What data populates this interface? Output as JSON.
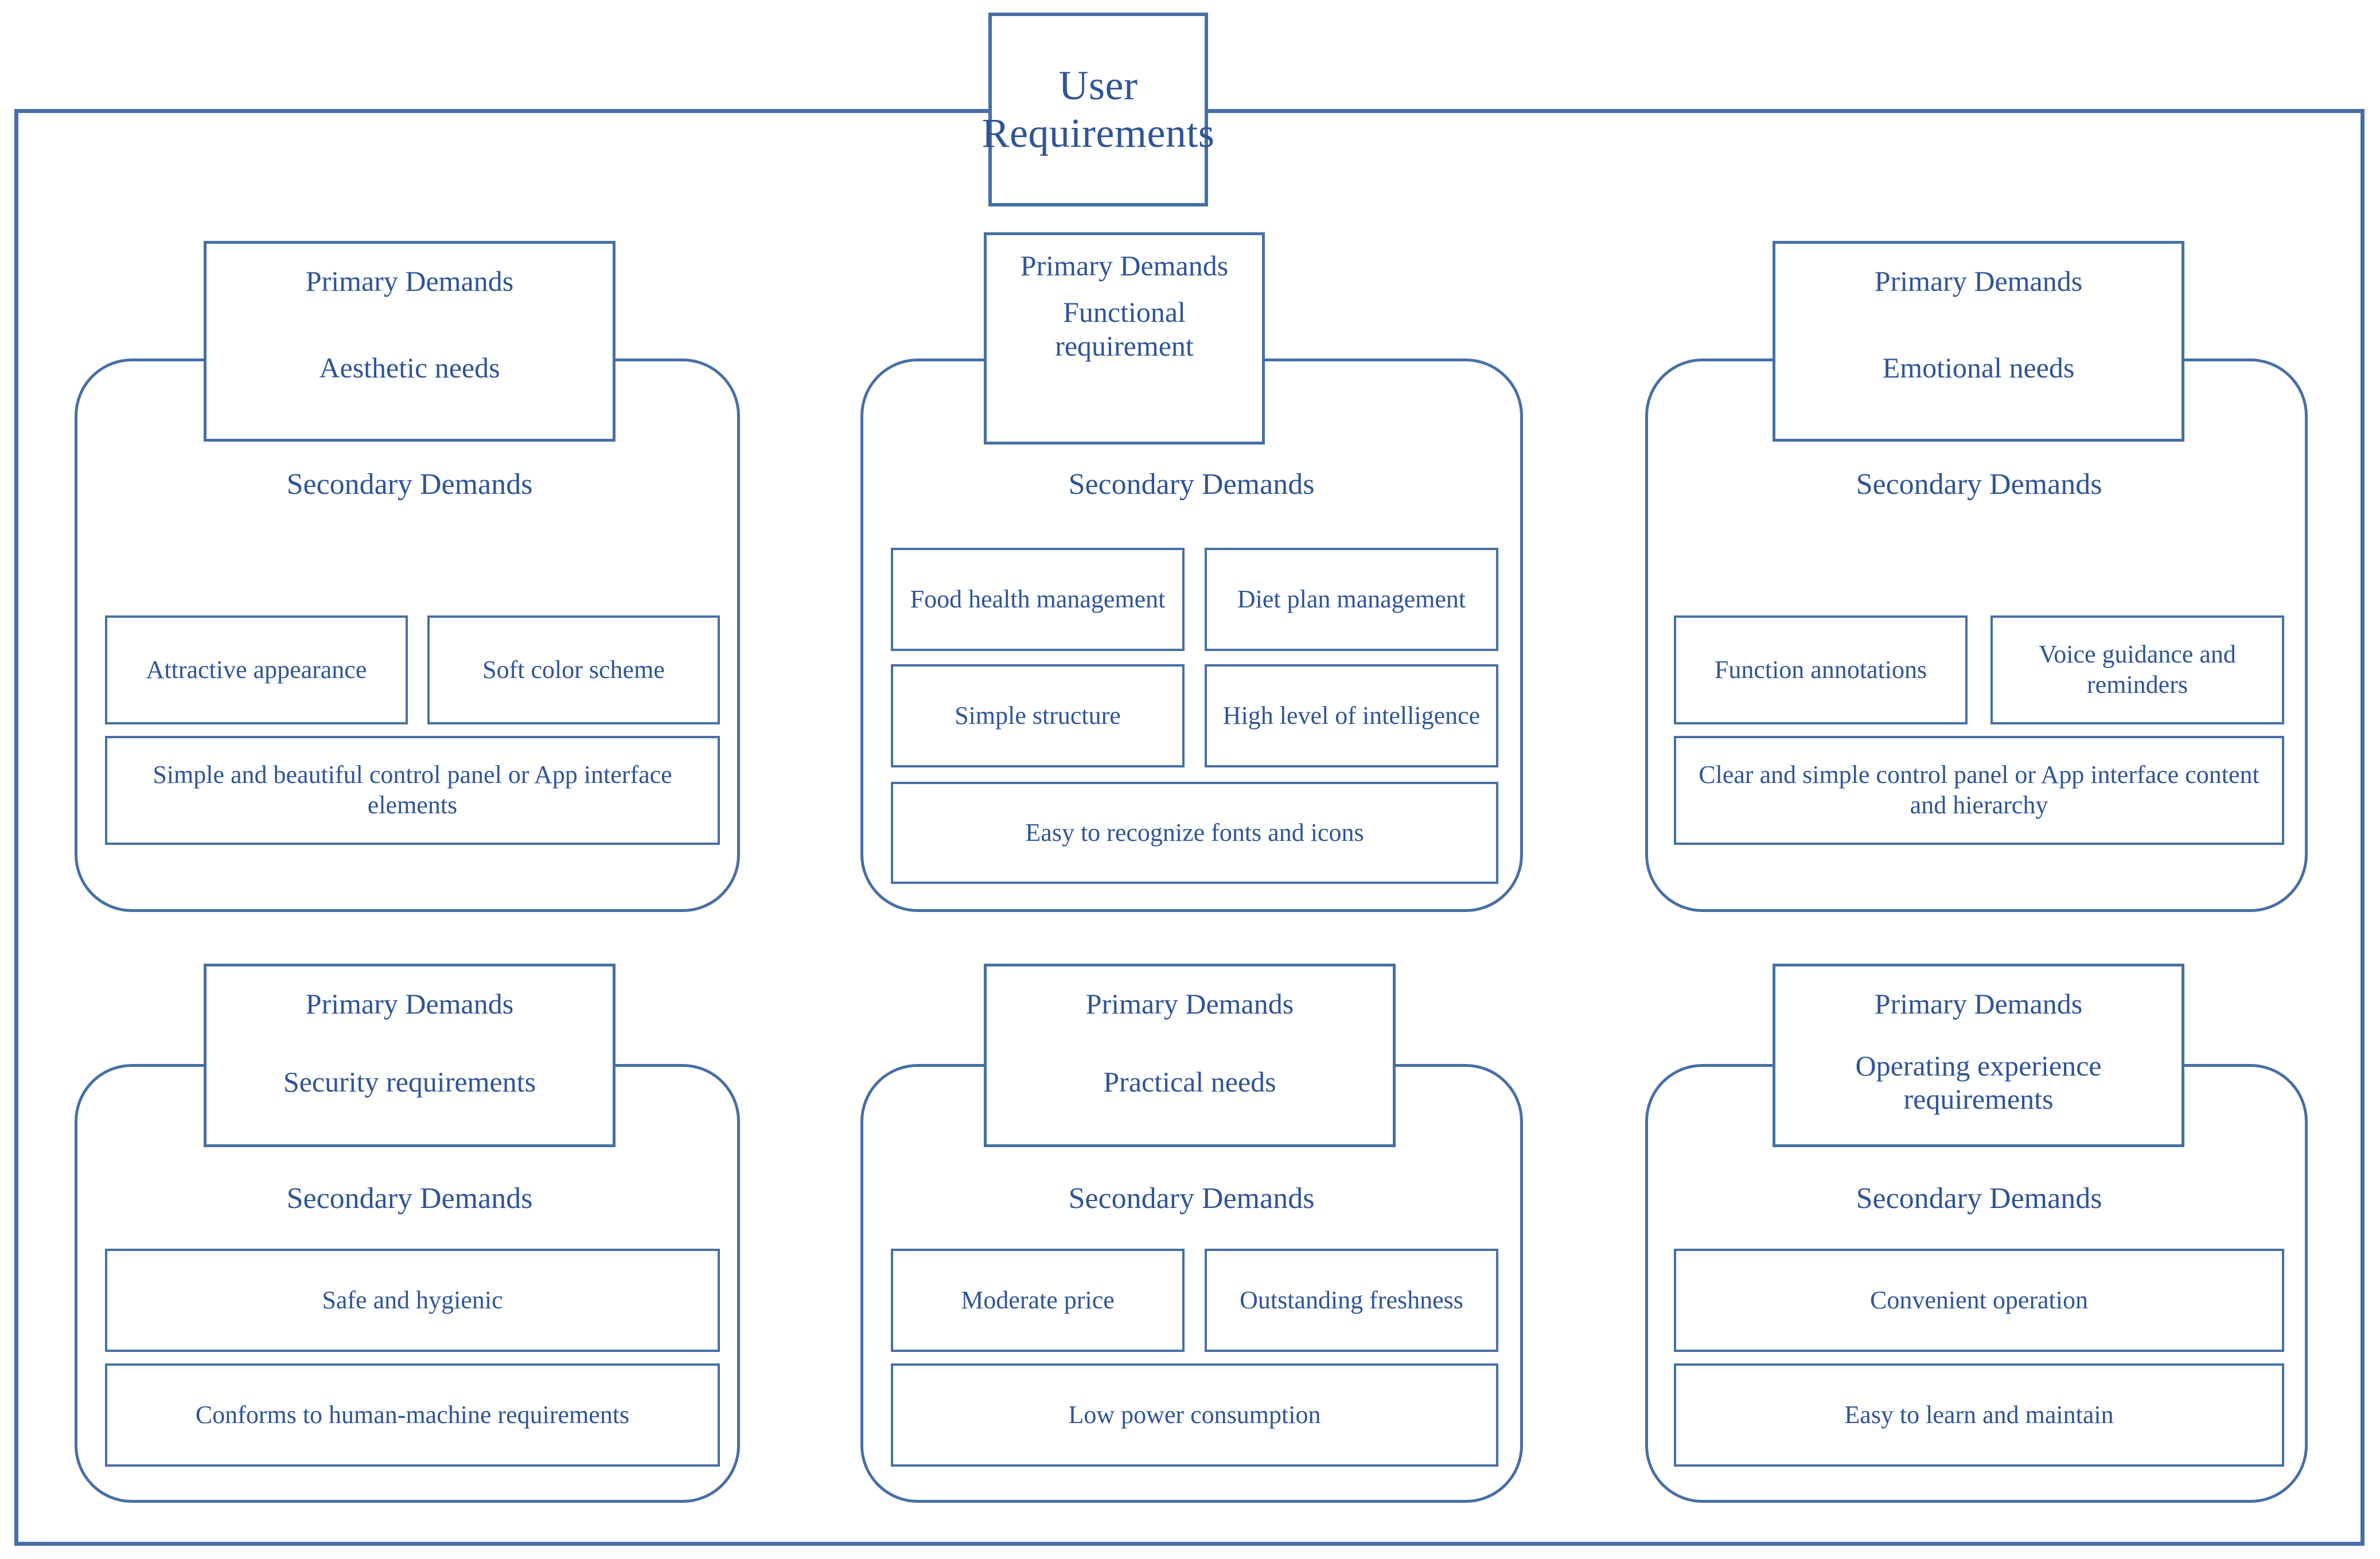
{
  "diagram": {
    "root": {
      "title": "User Requirements"
    },
    "labels": {
      "primary": "Primary Demands",
      "secondary": "Secondary Demands"
    },
    "colors": {
      "border": "#476FA6",
      "text": "#2F5496",
      "background": "#FFFFFF"
    },
    "columns": [
      {
        "id": "aesthetic",
        "primary_label": "Primary Demands",
        "primary_value": "Aesthetic needs",
        "secondary_label": "Secondary Demands",
        "items": [
          "Attractive appearance",
          "Soft color scheme",
          "Simple and beautiful control panel or App interface elements"
        ]
      },
      {
        "id": "functional",
        "primary_label": "Primary Demands",
        "primary_value": "Functional requirement",
        "secondary_label": "Secondary Demands",
        "items": [
          "Food health management",
          "Diet plan management",
          "Simple structure",
          "High level of intelligence",
          "Easy to recognize fonts and icons"
        ]
      },
      {
        "id": "emotional",
        "primary_label": "Primary Demands",
        "primary_value": "Emotional needs",
        "secondary_label": "Secondary Demands",
        "items": [
          "Function annotations",
          "Voice guidance and reminders",
          "Clear and simple control panel or App interface content and hierarchy"
        ]
      },
      {
        "id": "security",
        "primary_label": "Primary Demands",
        "primary_value": "Security requirements",
        "secondary_label": "Secondary Demands",
        "items": [
          "Safe and hygienic",
          "Conforms to human-machine requirements"
        ]
      },
      {
        "id": "practical",
        "primary_label": "Primary Demands",
        "primary_value": "Practical needs",
        "secondary_label": "Secondary Demands",
        "items": [
          "Moderate price",
          "Outstanding freshness",
          "Low power consumption"
        ]
      },
      {
        "id": "operating-experience",
        "primary_label": "Primary Demands",
        "primary_value": "Operating experience requirements",
        "secondary_label": "Secondary Demands",
        "items": [
          "Convenient operation",
          "Easy to learn and maintain"
        ]
      }
    ]
  }
}
